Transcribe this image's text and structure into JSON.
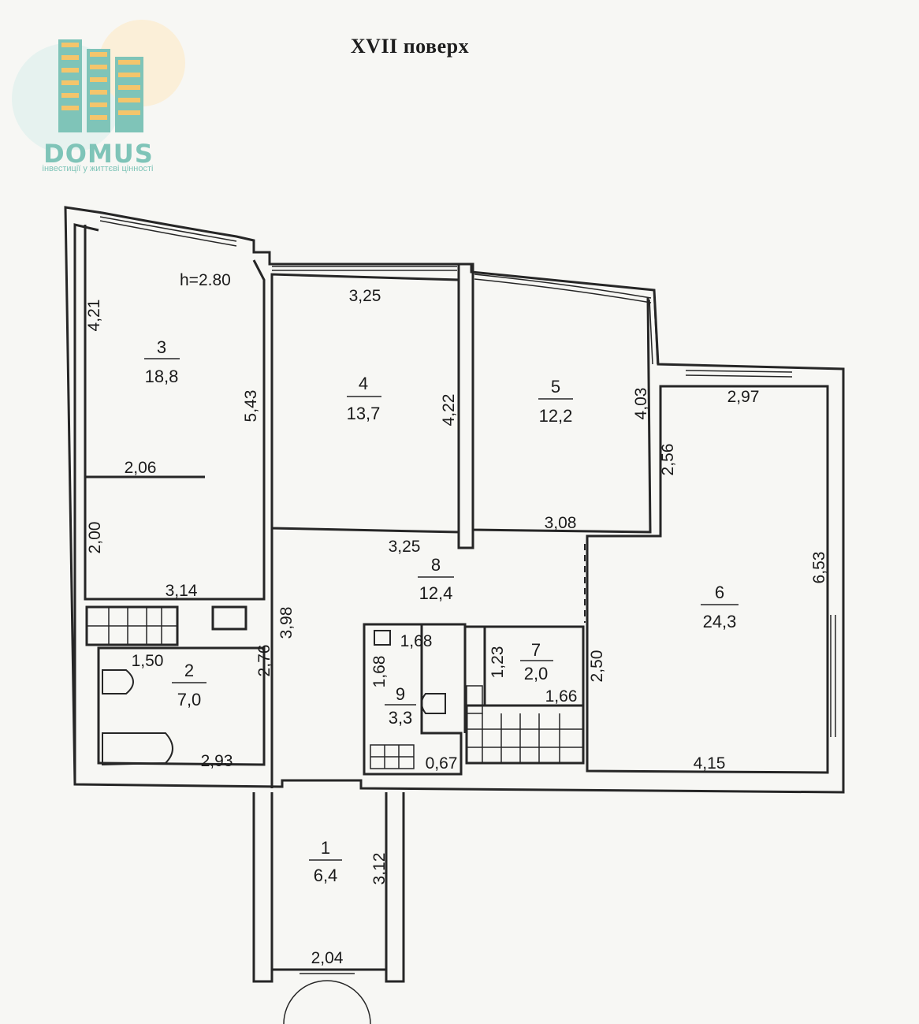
{
  "header": {
    "floor_label": "XVII поверх"
  },
  "logo": {
    "name": "DOMUS",
    "tagline": "інвестиції у життєві цінності",
    "accent_color": "#7fc4b8",
    "orange_color": "#f4c56b"
  },
  "plan": {
    "ceiling_height": "h=2.80",
    "rooms": [
      {
        "number": "1",
        "area": "6,4"
      },
      {
        "number": "2",
        "area": "7,0"
      },
      {
        "number": "3",
        "area": "18,8"
      },
      {
        "number": "4",
        "area": "13,7"
      },
      {
        "number": "5",
        "area": "12,2"
      },
      {
        "number": "6",
        "area": "24,3"
      },
      {
        "number": "7",
        "area": "2,0"
      },
      {
        "number": "8",
        "area": "12,4"
      },
      {
        "number": "9",
        "area": "3,3"
      }
    ],
    "dimensions": {
      "r3_left": "4,21",
      "r3_right": "5,43",
      "r3_split": "2,06",
      "r3_lower": "2,00",
      "r3_bottom": "3,14",
      "r4_top": "3,25",
      "r4_right": "4,22",
      "r5_right": "4,03",
      "r5_bottom": "3,08",
      "r6_top": "2,97",
      "r6_left": "2,56",
      "r6_right": "6,53",
      "r6_lower_left": "2,50",
      "r6_bottom": "4,15",
      "r8_top": "3,25",
      "r8_left": "3,98",
      "r2_top": "1,50",
      "r2_right": "2,76",
      "r2_bottom": "2,93",
      "r9_top": "1,68",
      "r9_left": "1,68",
      "r9_bottom": "0,67",
      "r7_left": "1,23",
      "r7_bottom": "1,66",
      "r1_right": "3,12",
      "r1_bottom": "2,04"
    }
  }
}
